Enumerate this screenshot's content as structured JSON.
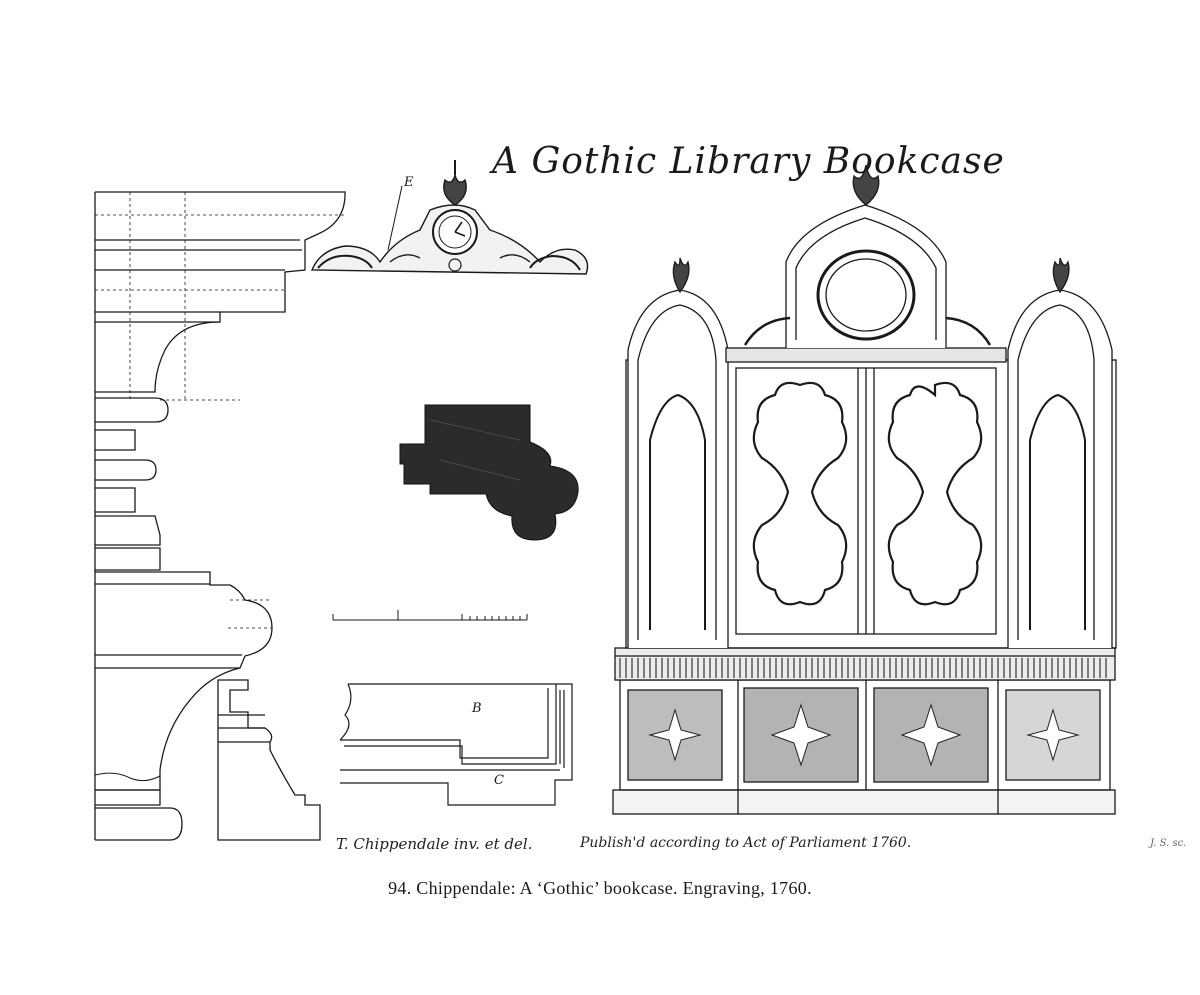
{
  "plate": {
    "title": "A Gothic Library Bookcase",
    "engraver_left": "T. Chippendale inv. et del.",
    "published": "Publish'd according to Act of Parliament 1760.",
    "engraver_right": "J. S. sc.",
    "section_labels": {
      "e": "E",
      "b": "B",
      "c": "C"
    }
  },
  "caption": "94. Chippendale: A ‘Gothic’ bookcase. Engraving, 1760."
}
